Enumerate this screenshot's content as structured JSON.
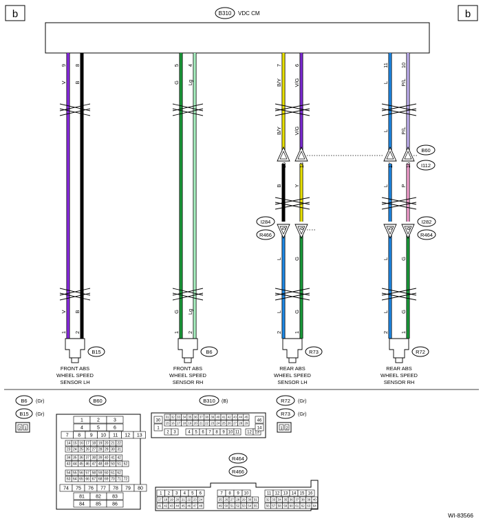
{
  "page_marker": "b",
  "module": {
    "code": "B310",
    "name": "VDC CM"
  },
  "wires": [
    {
      "id": "w1",
      "pin": "9",
      "top": "V",
      "mid": "",
      "bot": "V",
      "botpin": "1",
      "color": "#8a2be2"
    },
    {
      "id": "w2",
      "pin": "8",
      "top": "B",
      "mid": "",
      "bot": "B",
      "botpin": "2",
      "color": "#000000"
    },
    {
      "id": "w3",
      "pin": "5",
      "top": "G",
      "mid": "",
      "bot": "G",
      "botpin": "1",
      "color": "#1a9a3a"
    },
    {
      "id": "w4",
      "pin": "4",
      "top": "Lg",
      "mid": "",
      "bot": "Lg",
      "botpin": "2",
      "color": "#a8f0c0"
    },
    {
      "id": "w5",
      "pin": "7",
      "top": "B/Y",
      "mid": "B/Y",
      "bot": "",
      "botpin": "",
      "color": "#e8e000"
    },
    {
      "id": "w6",
      "pin": "6",
      "top": "V/G",
      "mid": "V/G",
      "bot": "",
      "botpin": "",
      "color": "#7b2ad0"
    },
    {
      "id": "w7",
      "pin": "11",
      "top": "L",
      "mid": "L",
      "bot": "",
      "botpin": "",
      "color": "#1e88e5"
    },
    {
      "id": "w8",
      "pin": "10",
      "top": "P/L",
      "mid": "P/L",
      "bot": "",
      "botpin": "",
      "color": "#c0b0f0"
    }
  ],
  "rear_wires": [
    {
      "id": "r1",
      "pinA": "15",
      "lbl1": "B",
      "pinB": "5",
      "lbl2": "L",
      "lbl3": "L",
      "botpin": "2",
      "c1": "#000000",
      "c2": "#1e88e5"
    },
    {
      "id": "r2",
      "pinA": "14",
      "lbl1": "Y",
      "pinB": "6",
      "lbl2": "G",
      "lbl3": "G",
      "botpin": "1",
      "c1": "#e8e000",
      "c2": "#1a9a3a"
    },
    {
      "id": "r3",
      "pinA": "17",
      "lbl1": "L",
      "pinB": "5",
      "lbl2": "L",
      "lbl3": "L",
      "botpin": "2",
      "c1": "#1e88e5",
      "c2": "#1e88e5"
    },
    {
      "id": "r4",
      "pinA": "16",
      "lbl1": "P",
      "pinB": "6",
      "lbl2": "G",
      "lbl3": "G",
      "botpin": "1",
      "c1": "#f4a0d0",
      "c2": "#1a9a3a"
    }
  ],
  "connector_tags": {
    "b60": "B60",
    "i112": "I112",
    "i284": "I284",
    "r466": "R466",
    "i282": "I282",
    "r464": "R464"
  },
  "sensors": [
    {
      "code": "B15",
      "l1": "FRONT ABS",
      "l2": "WHEEL SPEED",
      "l3": "SENSOR LH"
    },
    {
      "code": "B6",
      "l1": "FRONT ABS",
      "l2": "WHEEL SPEED",
      "l3": "SENSOR RH"
    },
    {
      "code": "R73",
      "l1": "REAR ABS",
      "l2": "WHEEL SPEED",
      "l3": "SENSOR LH"
    },
    {
      "code": "R72",
      "l1": "REAR ABS",
      "l2": "WHEEL SPEED",
      "l3": "SENSOR RH"
    }
  ],
  "legend": {
    "b6": "B6",
    "b6_color": "(Gr)",
    "b15": "B15",
    "b15_color": "(Gr)",
    "b1521": "2",
    "b1521b": "1",
    "b60": "B60",
    "b310": "B310",
    "b310_color": "(B)",
    "r72": "R72",
    "r72_color": "(Gr)",
    "r73": "R73",
    "r73_color": "(Gr)",
    "r73p1": "1",
    "r73p2": "2",
    "r464": "R464",
    "r466": "R466"
  },
  "figure_id": "WI-83566"
}
